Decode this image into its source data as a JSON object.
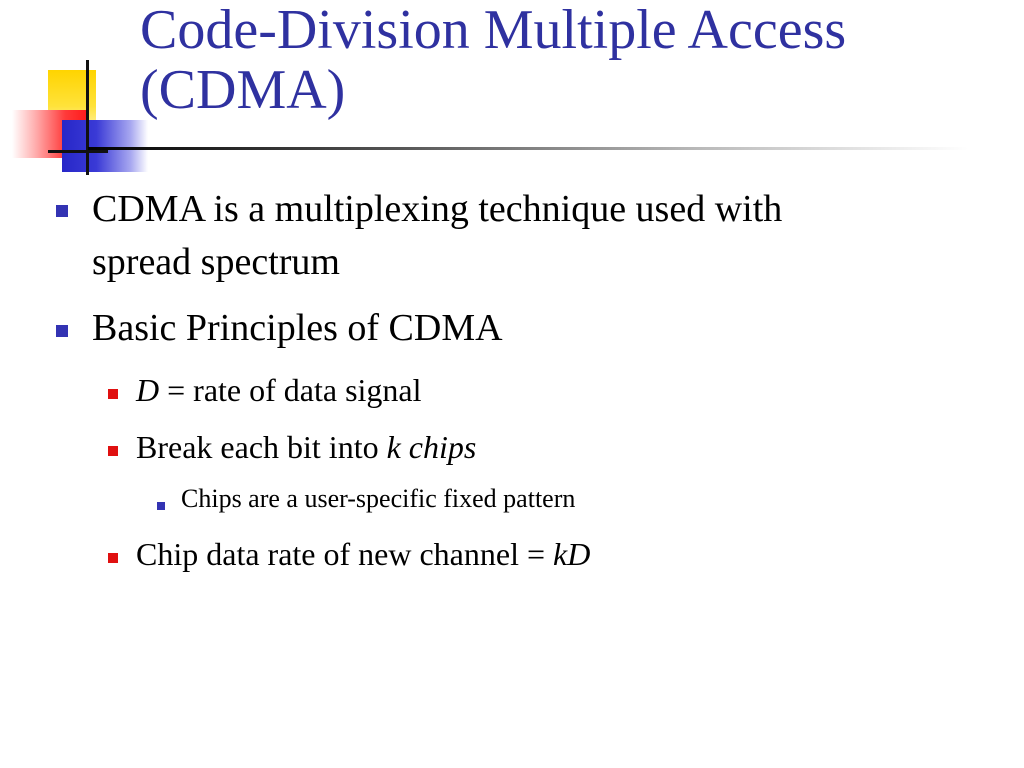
{
  "slide": {
    "title": "Code-Division Multiple Access (CDMA)",
    "bullets": [
      {
        "text": "CDMA is a multiplexing technique used with spread spectrum",
        "line1": "CDMA is a multiplexing technique used with",
        "line2": "spread spectrum",
        "level": 1
      },
      {
        "text": "Basic Principles of CDMA",
        "level": 1
      },
      {
        "level": 2,
        "var": "D",
        "rest": " = rate of data signal"
      },
      {
        "level": 2,
        "lead": "Break each bit into ",
        "italic": "k chips"
      },
      {
        "level": 3,
        "text": "Chips are a user-specific fixed pattern"
      },
      {
        "level": 2,
        "lead": "Chip data rate of new channel = ",
        "italic": "kD"
      }
    ]
  },
  "colors": {
    "title": "#2f31a0",
    "bullet_level1": "#3333b3",
    "bullet_level2": "#e01010",
    "bullet_level3": "#3333b3",
    "text": "#000000"
  },
  "icons": {
    "corner_decoration": "yellow-red-blue-squares-with-crosshair"
  }
}
